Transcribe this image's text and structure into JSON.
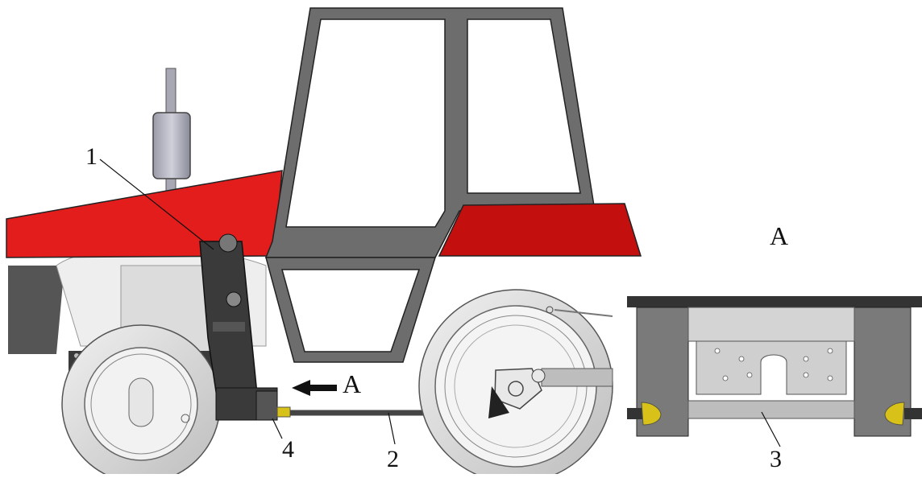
{
  "figure": {
    "callouts": {
      "part_1": "1",
      "part_2": "2",
      "part_3": "3",
      "part_4": "4"
    },
    "view_arrow_label": "A",
    "detail_view_title": "A"
  },
  "colors": {
    "body_red": "#e31c1c",
    "dark_red": "#c40f0f",
    "cab_frame": "#6d6d6d",
    "bracket_dark": "#3a3a3a",
    "tire": "#cfcfcf",
    "accent_yellow": "#d8c21a"
  }
}
